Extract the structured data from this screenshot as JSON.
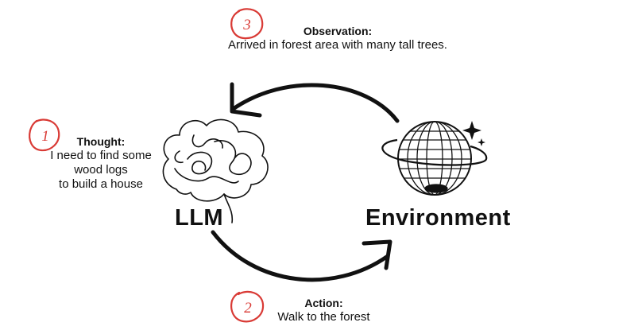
{
  "steps": [
    {
      "number": "1",
      "title": "Thought:",
      "lines": [
        "I need to find some",
        "wood logs",
        "to build a house"
      ]
    },
    {
      "number": "2",
      "title": "Action:",
      "text": "Walk to the forest"
    },
    {
      "number": "3",
      "title": "Observation:",
      "text": "Arrived in forest area with many tall trees."
    }
  ],
  "nodes": {
    "llm": "LLM",
    "environment": "Environment"
  },
  "icons": {
    "llm": "brain-icon",
    "environment": "globe-icon",
    "sparkle": "sparkle-icon"
  },
  "colors": {
    "badge": "#d93a35",
    "ink": "#111111"
  }
}
